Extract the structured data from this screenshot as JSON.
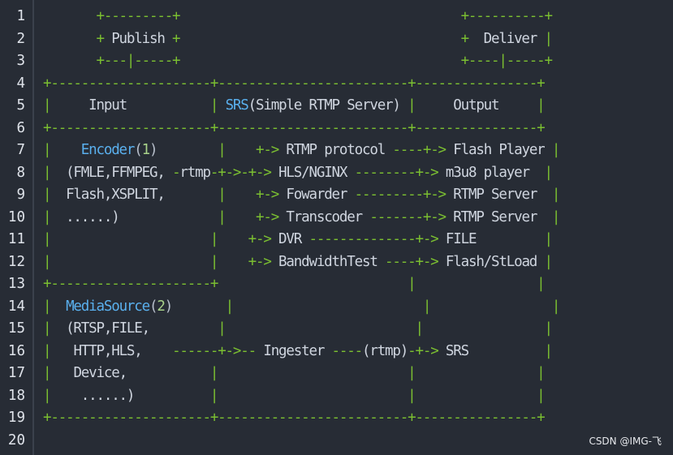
{
  "colors": {
    "background": "#272c35",
    "gutter_text": "#dfe3ea",
    "border_green": "#7bbf31",
    "text": "#cfd5df",
    "keyword_blue": "#5ab0ee",
    "number_green": "#a9d38a"
  },
  "gutter": {
    "line_numbers": [
      "1",
      "2",
      "3",
      "4",
      "5",
      "6",
      "7",
      "8",
      "9",
      "10",
      "11",
      "12",
      "13",
      "14",
      "15",
      "16",
      "17",
      "18",
      "19",
      "20"
    ]
  },
  "code": {
    "line1": {
      "a": "       +---------+                                     +----------+"
    },
    "line2": {
      "a": "       + ",
      "b": "Publish",
      "c": " +                                     +  ",
      "d": "Deliver",
      "e": " |"
    },
    "line3": {
      "a": "       +---|-----+                                     +----|-----+"
    },
    "line4": {
      "a": "+---------------------+-------------------------+----------------+"
    },
    "line5": {
      "a": "|     ",
      "b": "Input",
      "c": "           | ",
      "d": "SRS",
      "e": "(Simple RTMP Server)",
      "f": " |",
      "g": "     Output",
      "h": "     |"
    },
    "line6": {
      "a": "+---------------------+-------------------------+----------------+"
    },
    "line7": {
      "a": "|    ",
      "b": "Encoder",
      "c": "(",
      "d": "1",
      "e": ")",
      "f": "        |    +-> ",
      "g": "RTMP protocol",
      "h": " ----+-> ",
      "i": "Flash Player",
      "j": " |"
    },
    "line8": {
      "a": "|  ",
      "b": "(FMLE,FFMPEG, ",
      "c": "-",
      "d": "rtmp",
      "e": "-+->-+-> ",
      "f": "HLS/NGINX",
      "g": " --------+-> ",
      "h": "m3u8 player",
      "i": "  |"
    },
    "line9": {
      "a": "|  ",
      "b": "Flash,XSPLIT,",
      "c": "       |    +-> ",
      "d": "Fowarder",
      "e": " ---------+-> ",
      "f": "RTMP Server",
      "g": "  |"
    },
    "line10": {
      "a": "|  ",
      "b": "......)",
      "c": "             |    +-> ",
      "d": "Transcoder",
      "e": " -------+-> ",
      "f": "RTMP Server",
      "g": "  |"
    },
    "line11": {
      "a": "|                     |    +-> ",
      "b": "DVR",
      "c": " --------------+-> ",
      "d": "FILE",
      "e": "         |"
    },
    "line12": {
      "a": "|                     |    +-> ",
      "b": "BandwidthTest",
      "c": " ----+-> ",
      "d": "Flash/StLoad",
      "e": " |"
    },
    "line13": {
      "a": "+---------------------+                         |                |"
    },
    "line14": {
      "a": "|  ",
      "b": "MediaSource",
      "c": "(",
      "d": "2",
      "e": ")",
      "f": "       |                         |                |"
    },
    "line15": {
      "a": "|  ",
      "b": "(RTSP,FILE,",
      "c": "         |                         |                |"
    },
    "line16": {
      "a": "|   ",
      "b": "HTTP,HLS,",
      "c": "    ------+->-- ",
      "d": "Ingester",
      "e": " ----",
      "f": "(rtmp)",
      "g": "-+-> ",
      "h": "SRS",
      "i": "          |"
    },
    "line17": {
      "a": "|   ",
      "b": "Device,",
      "c": "           |                         |                |"
    },
    "line18": {
      "a": "|    ",
      "b": "......)",
      "c": "          |                         |                |"
    },
    "line19": {
      "a": "+---------------------+-------------------------+----------------+"
    },
    "line20": {
      "a": ""
    }
  },
  "watermark": "CSDN @IMG-飞"
}
